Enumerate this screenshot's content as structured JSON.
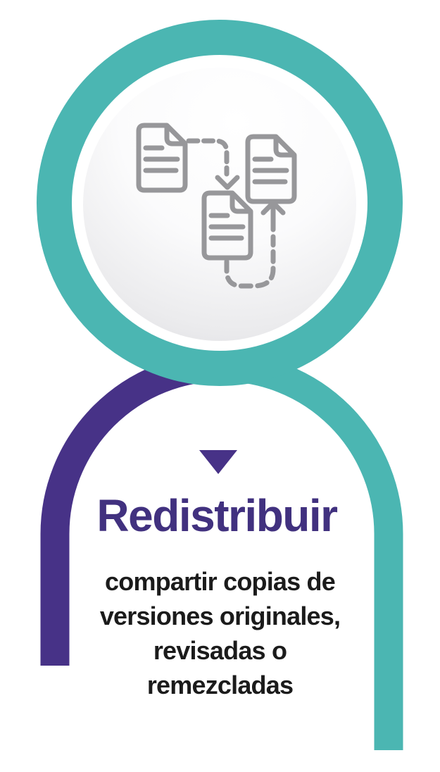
{
  "card": {
    "title": "Redistribuir",
    "description_lines": [
      "compartir copias de",
      "versiones originales,",
      "revisadas o",
      "remezcladas"
    ],
    "marker_icon": "triangle-down",
    "illustration_icon": "documents-exchange",
    "document_count": 3,
    "colors": {
      "teal": "#4BB6B2",
      "purple": "#473287",
      "title_purple": "#41317F",
      "icon_gray": "#97979A",
      "text_color": "#1B1B1B"
    }
  }
}
